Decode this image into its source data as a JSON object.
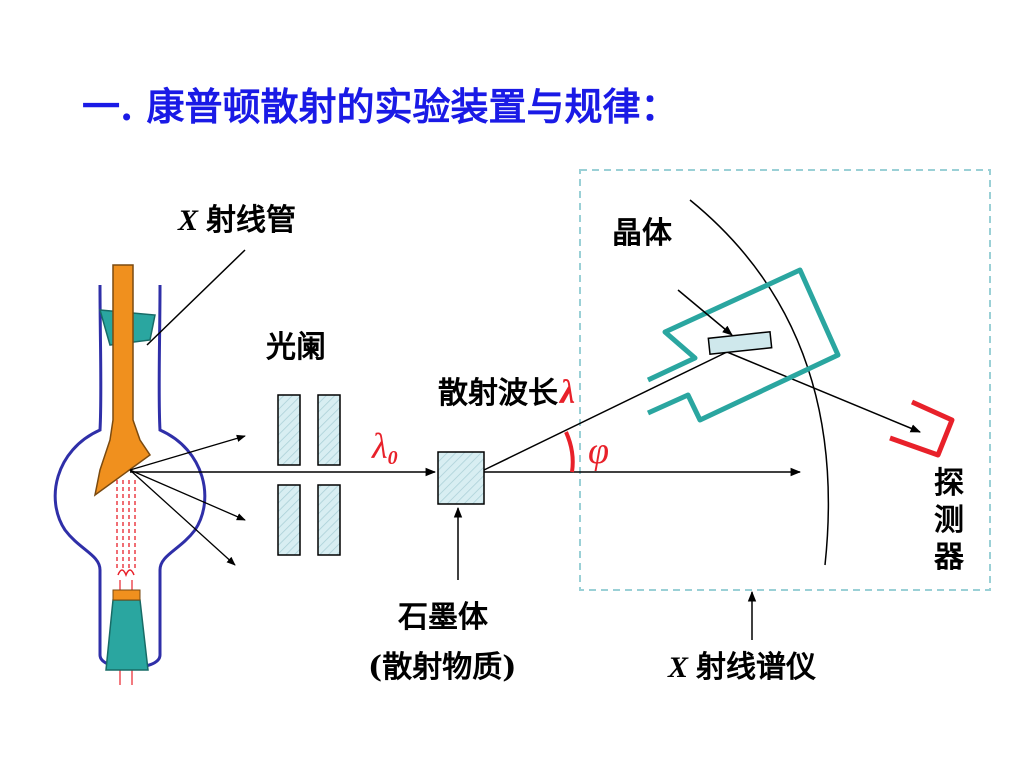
{
  "title": "一. 康普顿散射的实验装置与规律：",
  "labels": {
    "xray_tube_x": "X",
    "xray_tube": "射线管",
    "aperture": "光阑",
    "crystal": "晶体",
    "scattered_wavelength": "散射波长",
    "lambda": "λ",
    "lambda0": "λ",
    "lambda0_sub": "0",
    "phi": "φ",
    "detector_1": "探",
    "detector_2": "测",
    "detector_3": "器",
    "graphite": "石墨体",
    "scattering_material": "(散射物质)",
    "spectrometer_x": "X",
    "spectrometer": "射线谱仪"
  },
  "colors": {
    "title": "#1a1ae6",
    "tube_outline": "#2f2fa8",
    "anode": "#f0901e",
    "teal": "#2aa6a0",
    "accent_red": "#e8212a",
    "box_fill": "#cfe8ec",
    "dashed_box": "#9ad0d6"
  }
}
